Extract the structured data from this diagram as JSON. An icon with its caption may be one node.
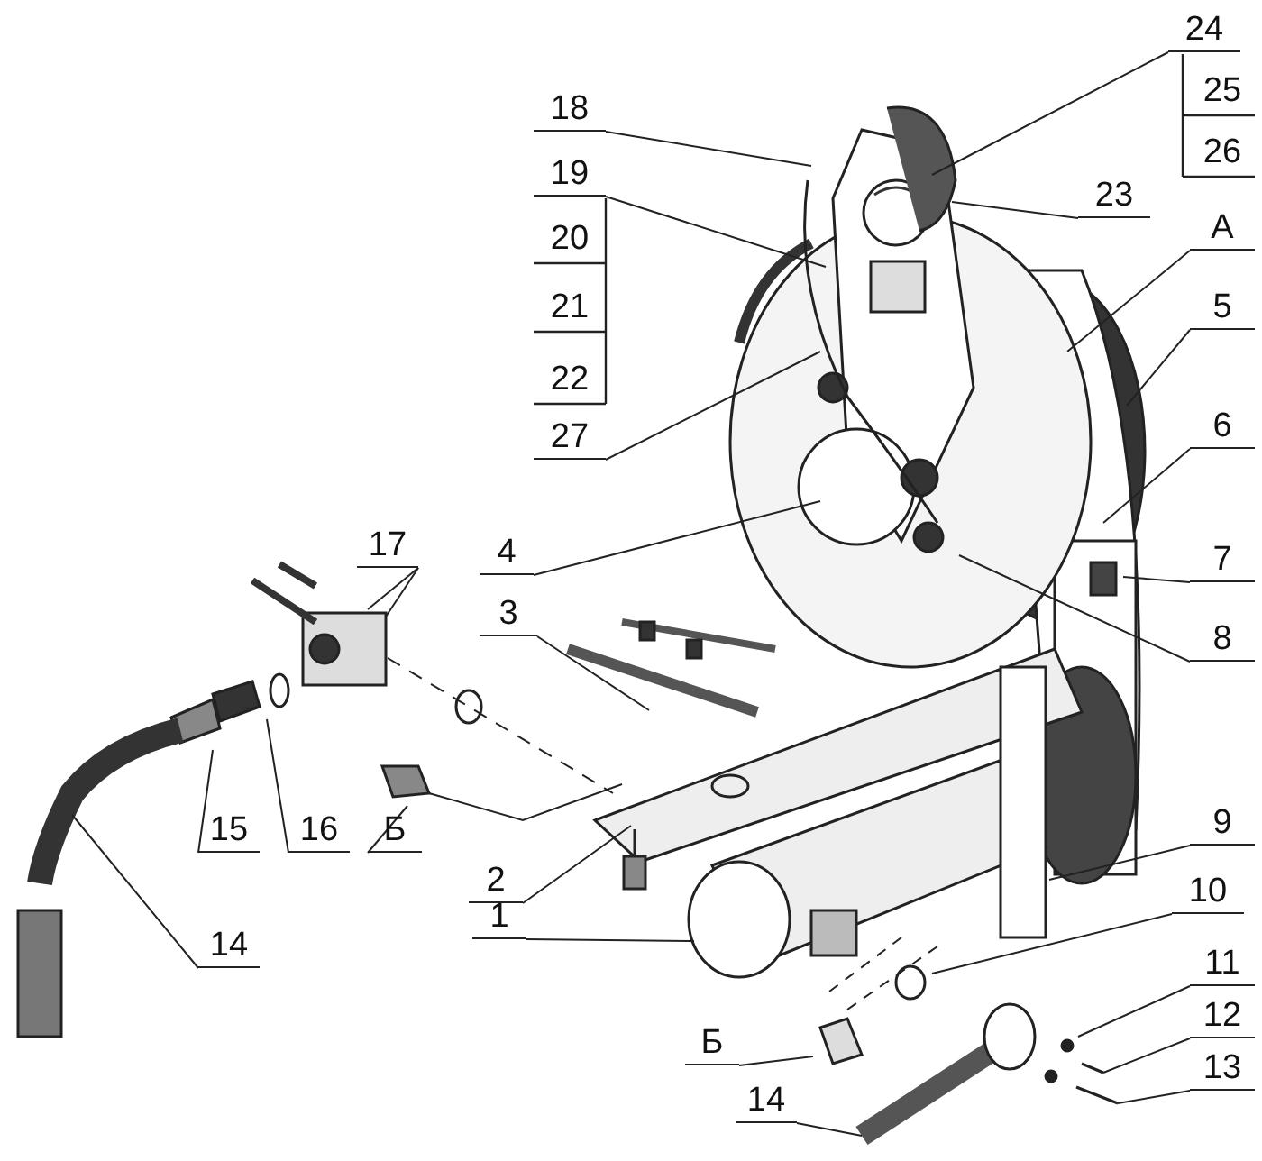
{
  "diagram": {
    "nodes": [
      {
        "text": [
          "24"
        ]
      },
      {
        "text": [
          "18"
        ]
      },
      {
        "text": [
          "19"
        ]
      },
      {
        "text": [
          "23"
        ]
      },
      {
        "text": [
          "А"
        ]
      },
      {
        "text": [
          "5"
        ]
      },
      {
        "text": [
          "27"
        ]
      },
      {
        "text": [
          "6"
        ]
      },
      {
        "text": [
          "4"
        ]
      },
      {
        "text": [
          "17"
        ]
      },
      {
        "text": [
          "7"
        ]
      },
      {
        "text": [
          "3"
        ]
      },
      {
        "text": [
          "8"
        ]
      },
      {
        "text": [
          "2"
        ]
      },
      {
        "text": [
          "Б"
        ]
      },
      {
        "text": [
          "15"
        ]
      },
      {
        "text": [
          "16"
        ]
      },
      {
        "text": [
          "9"
        ]
      },
      {
        "text": [
          "1"
        ]
      },
      {
        "text": [
          "10"
        ]
      },
      {
        "text": [
          "11"
        ]
      },
      {
        "text": [
          "14"
        ]
      },
      {
        "text": [
          "12"
        ]
      },
      {
        "text": [
          "Б"
        ]
      },
      {
        "text": [
          "13"
        ]
      },
      {
        "text": [
          "14"
        ]
      }
    ],
    "edges": [
      {
        "from": 0,
        "to": null,
        "arrow": "none"
      },
      {
        "from": 1,
        "to": null,
        "arrow": "none"
      },
      {
        "from": 2,
        "to": null,
        "arrow": "none"
      },
      {
        "from": 3,
        "to": null,
        "arrow": "none"
      },
      {
        "from": 4,
        "to": null,
        "arrow": "none"
      },
      {
        "from": 5,
        "to": null,
        "arrow": "none"
      },
      {
        "from": 6,
        "to": null,
        "arrow": "none"
      },
      {
        "from": 7,
        "to": null,
        "arrow": "none"
      },
      {
        "from": 8,
        "to": null,
        "arrow": "none"
      },
      {
        "from": 9,
        "to": null,
        "arrow": "none"
      },
      {
        "from": 9,
        "to": null,
        "arrow": "none"
      },
      {
        "from": 10,
        "to": null,
        "arrow": "none"
      },
      {
        "from": 11,
        "to": null,
        "arrow": "none"
      },
      {
        "from": 12,
        "to": null,
        "arrow": "none"
      },
      {
        "from": 13,
        "to": null,
        "arrow": "none"
      },
      {
        "from": 14,
        "to": null,
        "arrow": "none"
      },
      {
        "from": 15,
        "to": null,
        "arrow": "none"
      },
      {
        "from": 16,
        "to": null,
        "arrow": "none"
      },
      {
        "from": 17,
        "to": null,
        "arrow": "none"
      },
      {
        "from": 18,
        "to": null,
        "arrow": "none"
      },
      {
        "from": 19,
        "to": null,
        "arrow": "none"
      },
      {
        "from": 20,
        "to": null,
        "arrow": "none"
      },
      {
        "from": 21,
        "to": null,
        "arrow": "none"
      },
      {
        "from": 22,
        "to": null,
        "arrow": "none"
      },
      {
        "from": 23,
        "to": null,
        "arrow": "none"
      },
      {
        "from": 24,
        "to": null,
        "arrow": "none"
      },
      {
        "from": 25,
        "to": null,
        "arrow": "none"
      }
    ],
    "labels": [
      "25",
      "26",
      "20",
      "21",
      "22"
    ]
  }
}
